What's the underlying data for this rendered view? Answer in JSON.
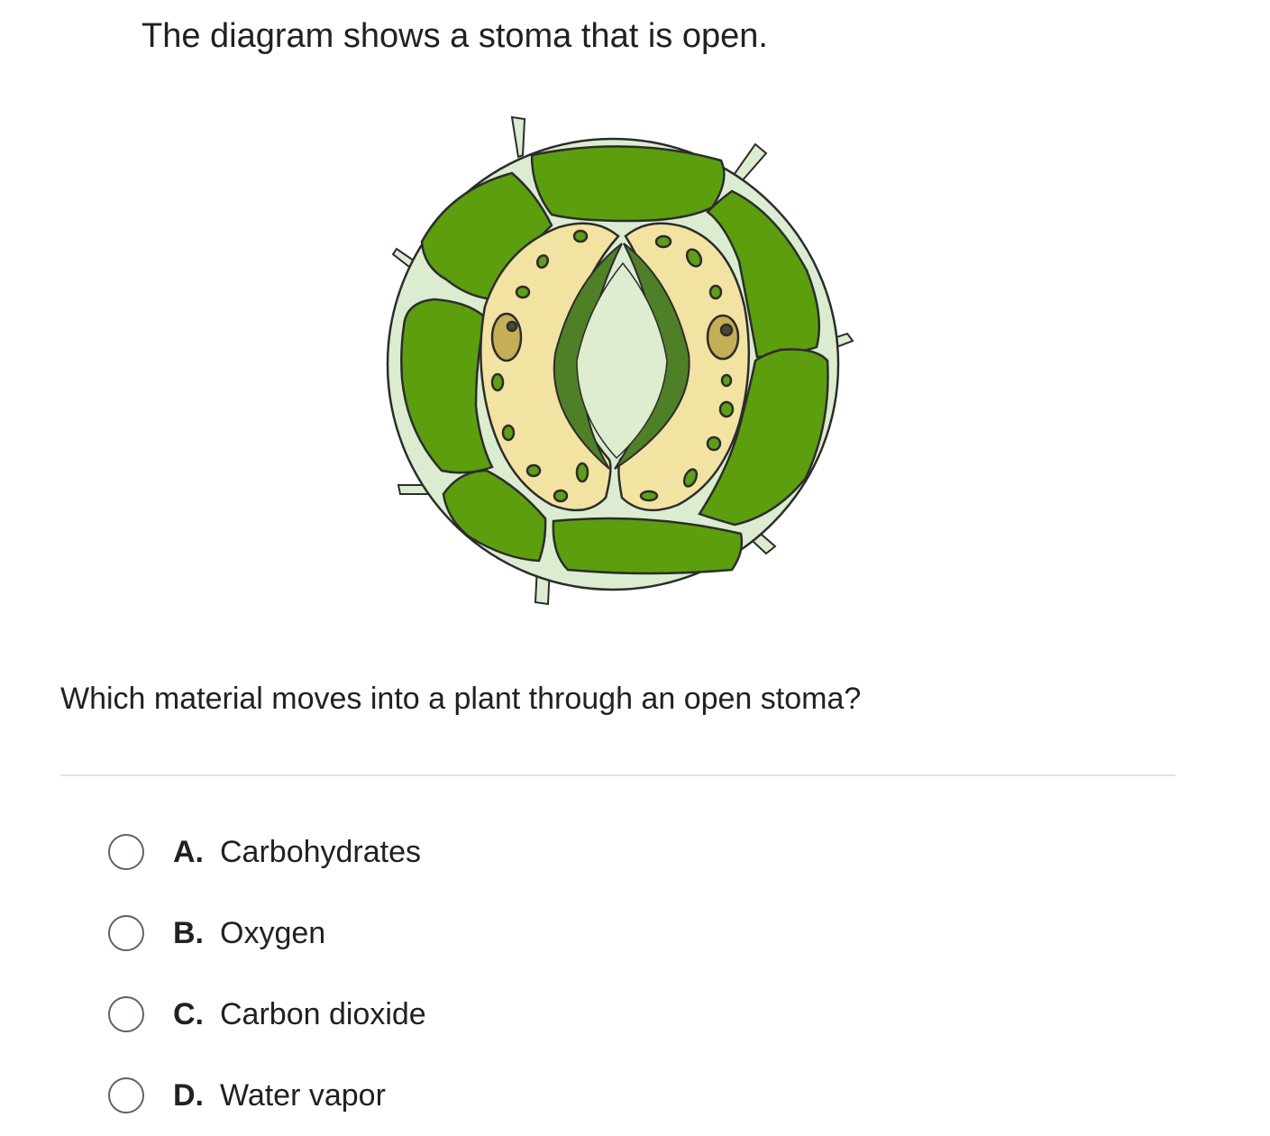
{
  "intro_text": "The diagram shows a stoma that is open.",
  "figure": {
    "subject": "open-stoma-diagram",
    "colors": {
      "epidermal_cell": "#5c9e0e",
      "cell_wall": "#dbecd0",
      "guard_cell": "#f3e3a2",
      "guard_cell_wall": "#4f7f26",
      "pore": "#deedd0",
      "chloroplast": "#5f9e18",
      "nucleus": "#c4ae56",
      "outline": "#2c2c2c"
    }
  },
  "question": "Which material moves into a plant through an open stoma?",
  "choices": [
    {
      "letter": "A.",
      "text": "Carbohydrates"
    },
    {
      "letter": "B.",
      "text": "Oxygen"
    },
    {
      "letter": "C.",
      "text": "Carbon dioxide"
    },
    {
      "letter": "D.",
      "text": "Water vapor"
    }
  ]
}
